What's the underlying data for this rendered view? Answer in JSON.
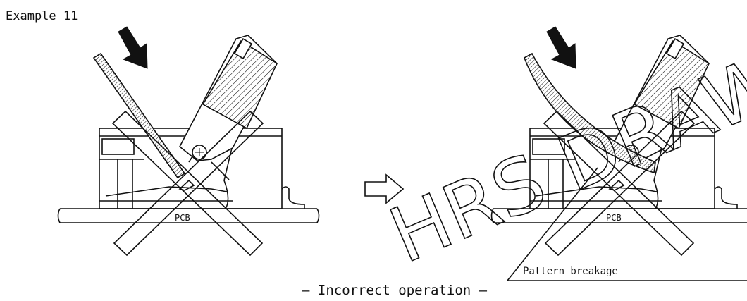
{
  "title": "Example 11",
  "left_panel": {
    "pcb_label": "PCB"
  },
  "right_panel": {
    "pcb_label": "PCB",
    "callout": "Pattern breakage"
  },
  "caption": "– Incorrect operation –",
  "watermark": "HRS DRAWING",
  "icons": {
    "transition": "outline-right-arrow-icon",
    "force": "black-arrow-icon",
    "prohibit": "x-mark-icon"
  }
}
